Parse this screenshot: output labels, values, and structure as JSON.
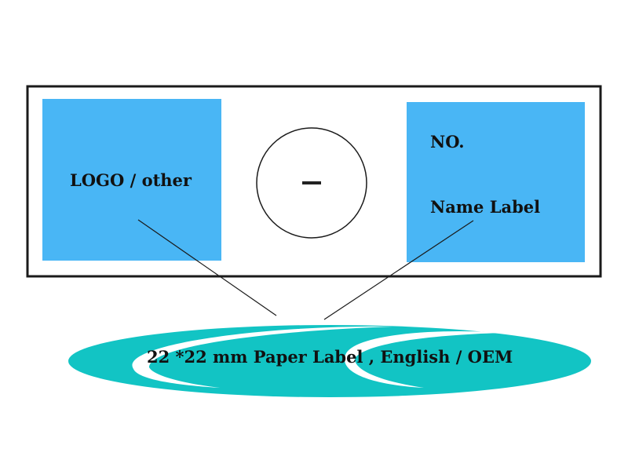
{
  "labels": {
    "logo": "LOGO / other",
    "number": "NO.",
    "name": "Name Label"
  },
  "banner": {
    "text": "22 *22 mm Paper Label , English / OEM"
  },
  "colors": {
    "panel_blue": "#49b6f5",
    "banner_teal": "#12c4c4",
    "outline": "#1a1a1a",
    "background": "#ffffff"
  }
}
